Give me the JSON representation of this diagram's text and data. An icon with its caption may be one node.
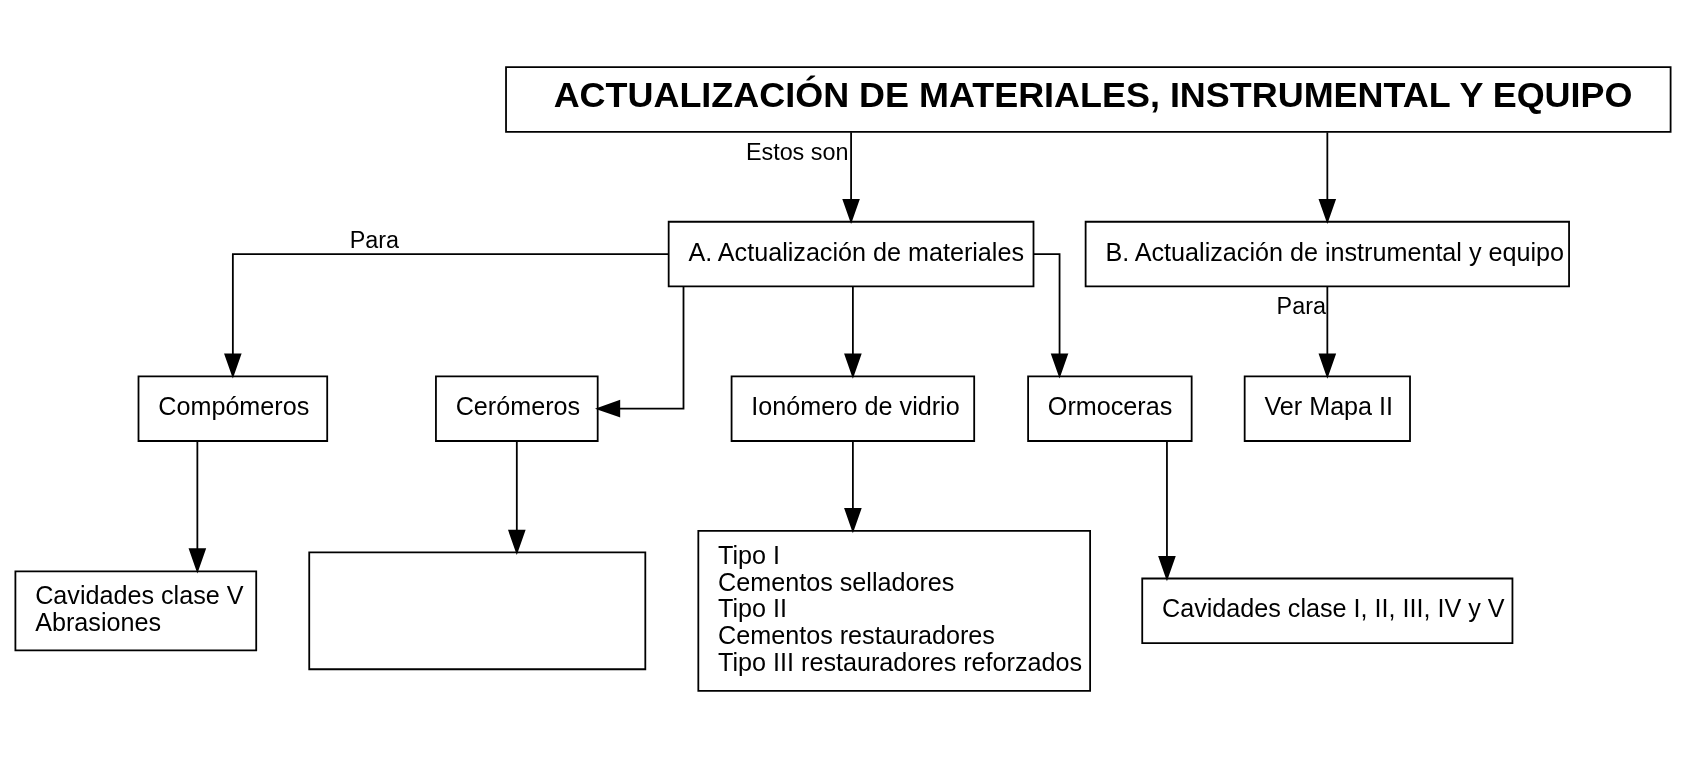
{
  "diagram": {
    "nodes": [
      {
        "text": [
          "ACTUALIZACIÓN DE MATERIALES, INSTRUMENTAL Y EQUIPO"
        ]
      },
      {
        "text": [
          "A. Actualización de materiales"
        ]
      },
      {
        "text": [
          "B. Actualización de instrumental y equipo"
        ]
      },
      {
        "text": [
          "Compómeros"
        ]
      },
      {
        "text": [
          "Cerómeros"
        ]
      },
      {
        "text": [
          "Ionómero de vidrio"
        ]
      },
      {
        "text": [
          "Ormoceras"
        ]
      },
      {
        "text": [
          "Ver Mapa II"
        ]
      },
      {
        "text": [
          "Cavidades clase V",
          "Abrasiones"
        ]
      },
      {
        "text": [],
        "shape": "box"
      },
      {
        "text": [
          "Tipo I",
          "Cementos selladores",
          "Tipo II",
          "Cementos restauradores",
          "Tipo III restauradores reforzados"
        ]
      },
      {
        "text": [
          "Cavidades clase I, II, III, IV y V"
        ]
      }
    ],
    "edges": [
      {
        "from": 0,
        "to": 1,
        "arrow": "to",
        "label": "Estos son"
      },
      {
        "from": 0,
        "to": 2,
        "arrow": "to"
      },
      {
        "from": 1,
        "to": 3,
        "arrow": "to",
        "label": "Para"
      },
      {
        "from": 1,
        "to": 4,
        "arrow": "to"
      },
      {
        "from": 1,
        "to": 5,
        "arrow": "to"
      },
      {
        "from": 1,
        "to": 6,
        "arrow": "to"
      },
      {
        "from": 2,
        "to": 7,
        "arrow": "to",
        "label": "Para"
      },
      {
        "from": 3,
        "to": 8,
        "arrow": "to"
      },
      {
        "from": 4,
        "to": 9,
        "arrow": "to"
      },
      {
        "from": 5,
        "to": 10,
        "arrow": "to"
      },
      {
        "from": 6,
        "to": 11,
        "arrow": "to"
      }
    ]
  }
}
